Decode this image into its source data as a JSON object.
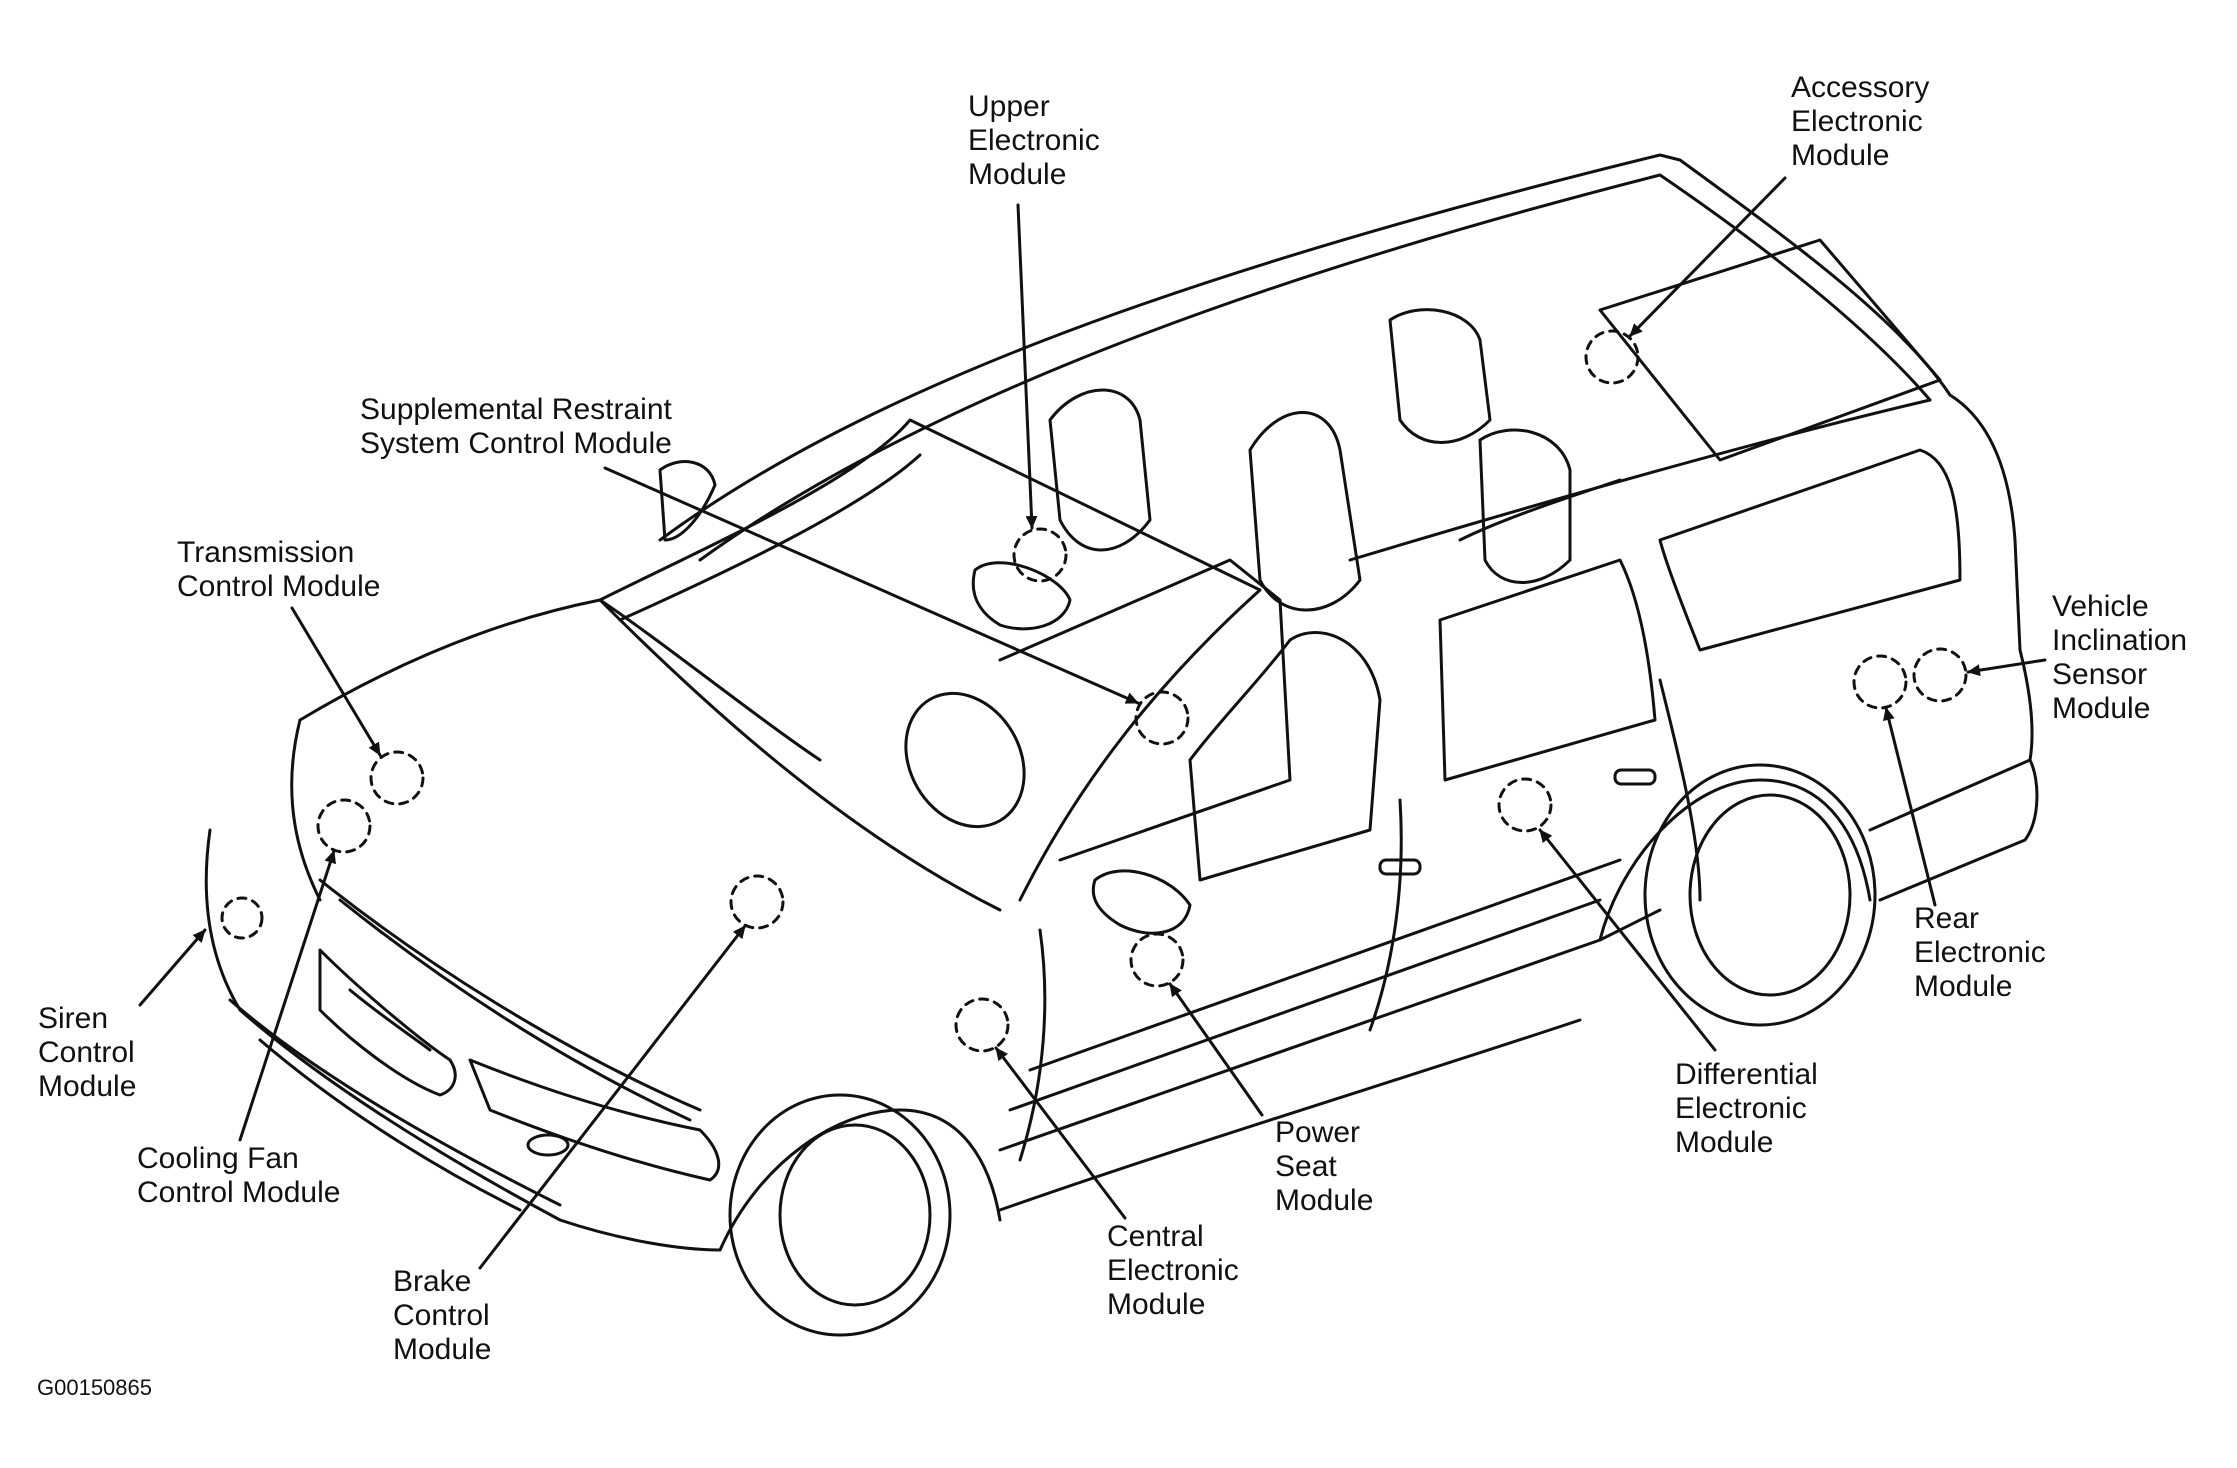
{
  "diagram_code": "G00150865",
  "labels": {
    "upper_electronic": [
      "Upper",
      "Electronic",
      "Module"
    ],
    "accessory_electronic": [
      "Accessory",
      "Electronic",
      "Module"
    ],
    "srs_control": [
      "Supplemental Restraint",
      "System Control Module"
    ],
    "transmission_control": [
      "Transmission",
      "Control Module"
    ],
    "vehicle_inclination": [
      "Vehicle",
      "Inclination",
      "Sensor",
      "Module"
    ],
    "siren_control": [
      "Siren",
      "Control",
      "Module"
    ],
    "cooling_fan_control": [
      "Cooling Fan",
      "Control Module"
    ],
    "brake_control": [
      "Brake",
      "Control",
      "Module"
    ],
    "central_electronic": [
      "Central",
      "Electronic",
      "Module"
    ],
    "power_seat": [
      "Power",
      "Seat",
      "Module"
    ],
    "differential_electronic": [
      "Differential",
      "Electronic",
      "Module"
    ],
    "rear_electronic": [
      "Rear",
      "Electronic",
      "Module"
    ]
  }
}
